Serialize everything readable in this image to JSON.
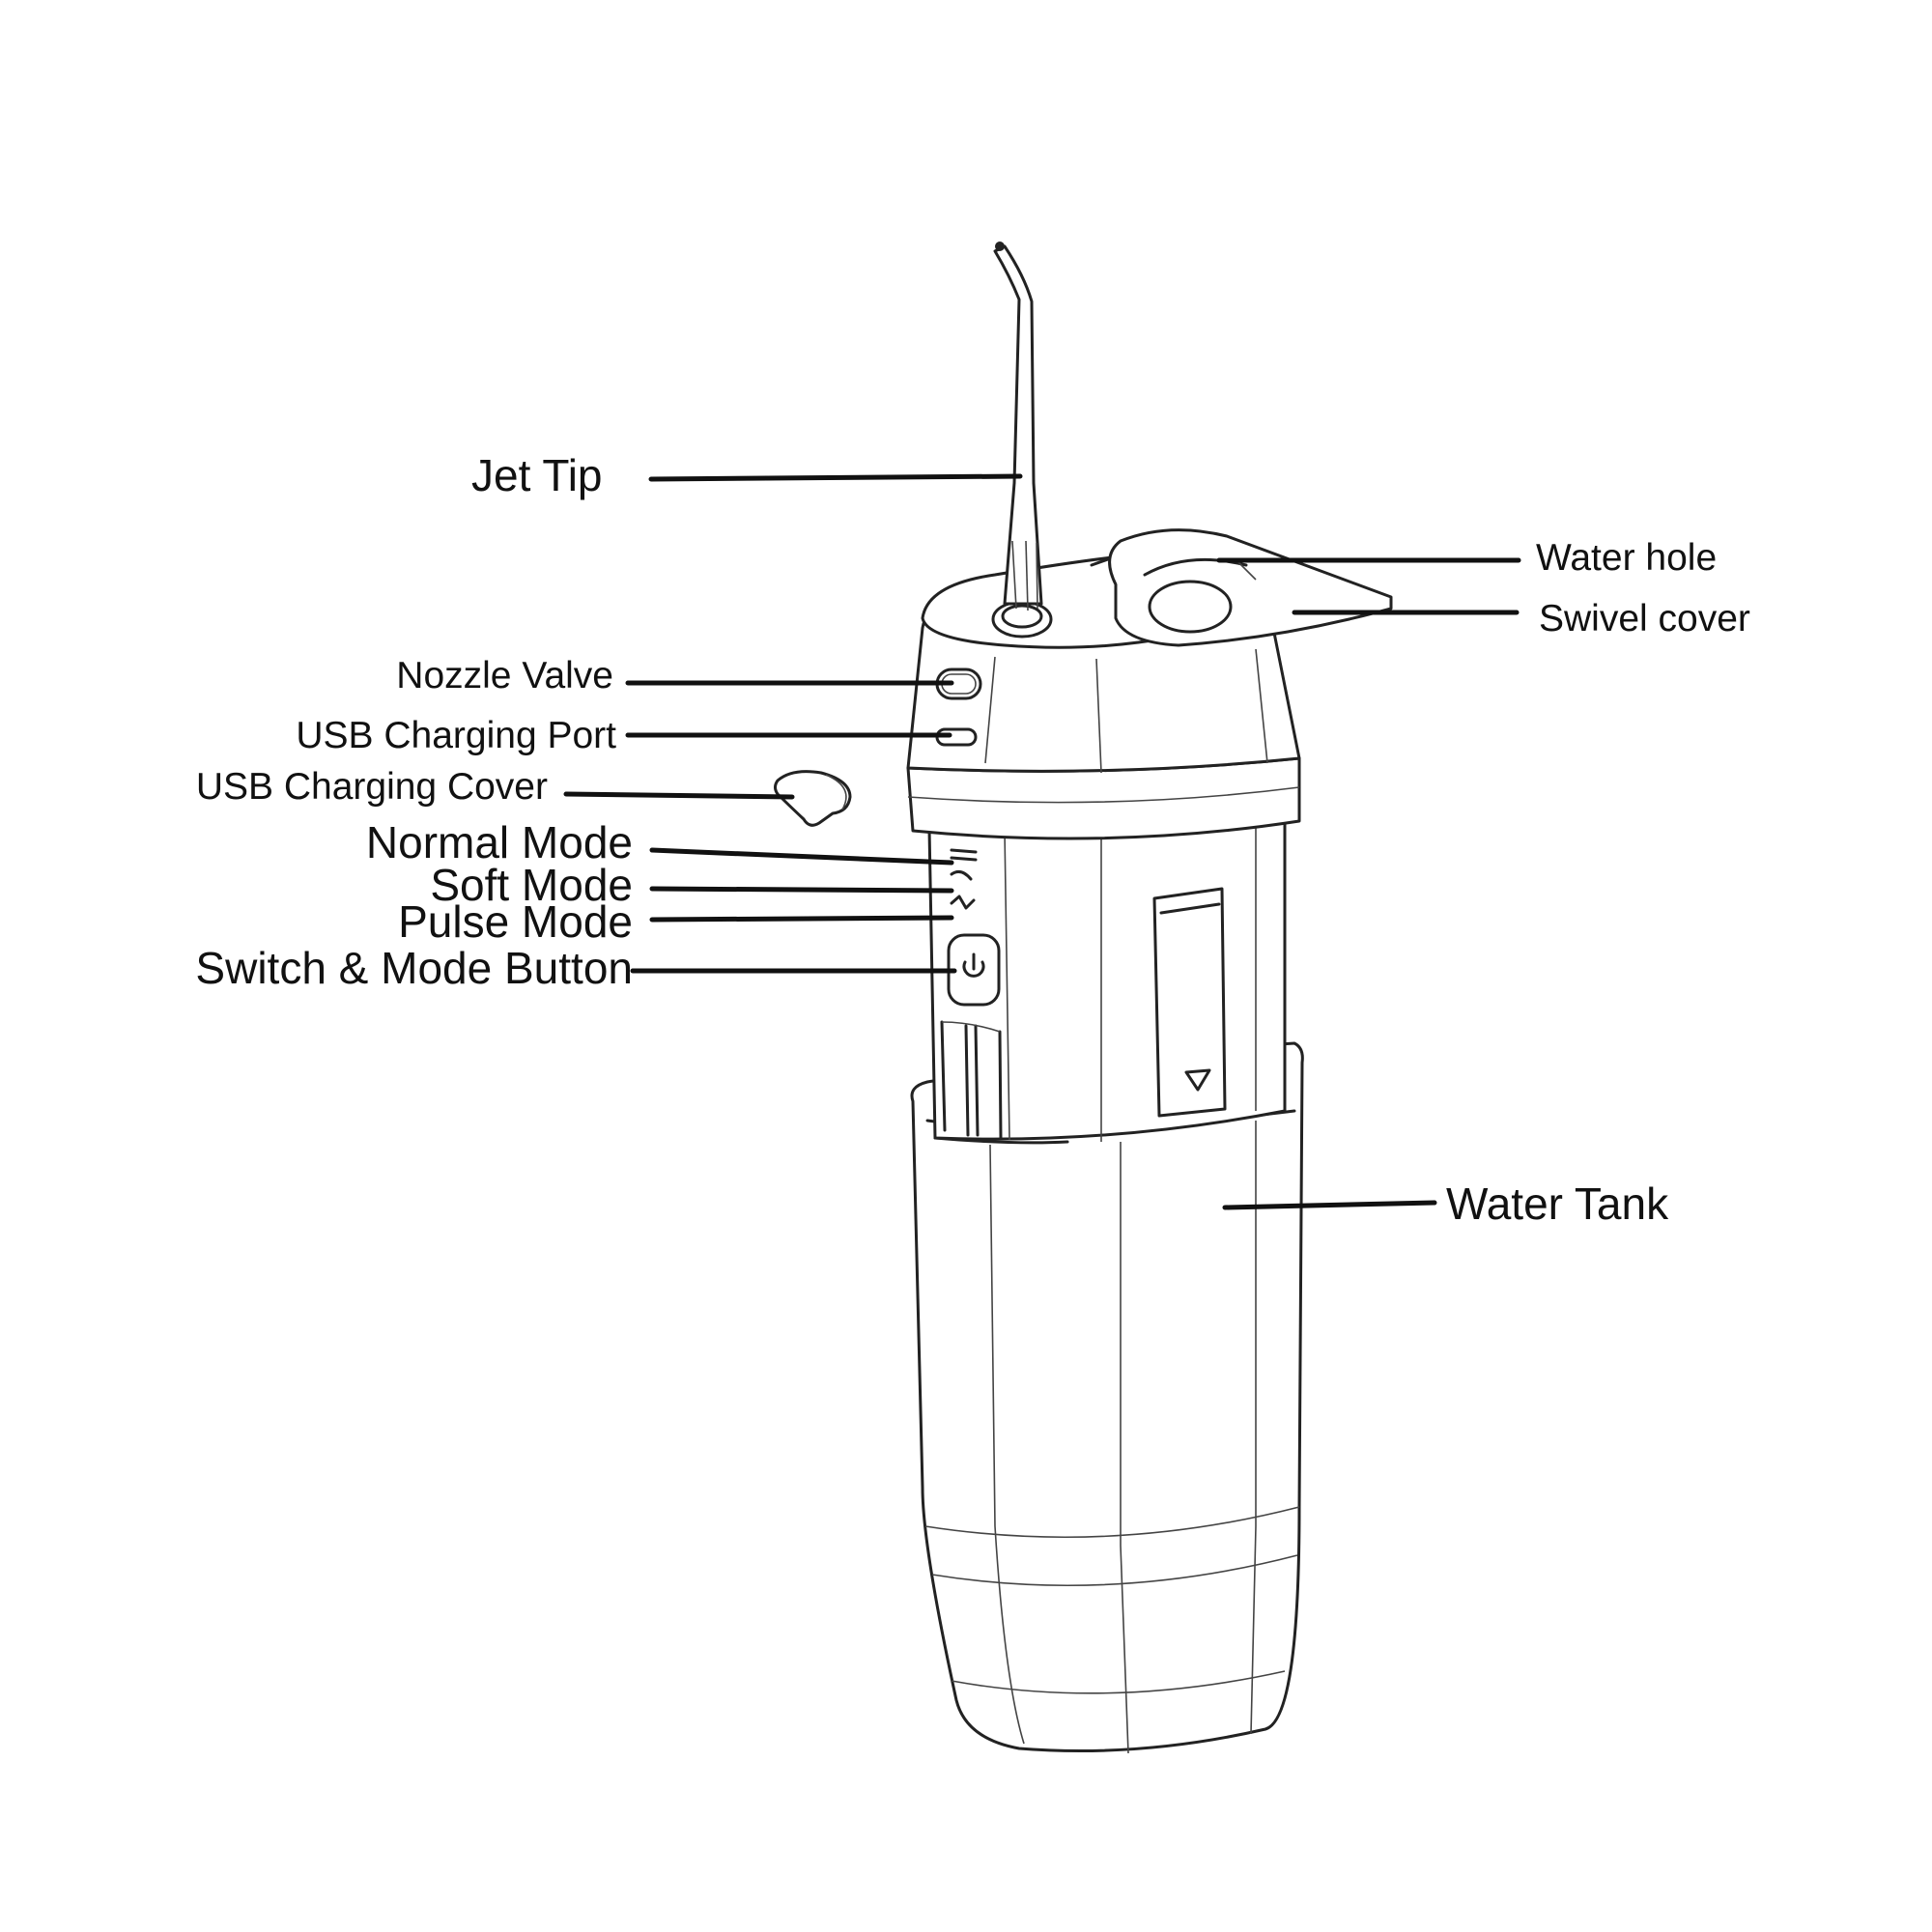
{
  "labels": {
    "jet_tip": "Jet Tip",
    "water_hole": "Water hole",
    "swivel_cover": "Swivel cover",
    "nozzle_valve": "Nozzle Valve",
    "usb_charging_port": "USB Charging Port",
    "usb_charging_cover": "USB Charging Cover",
    "normal_mode": "Normal Mode",
    "soft_mode": "Soft Mode",
    "pulse_mode": "Pulse Mode",
    "switch_mode_button": "Switch & Mode Button",
    "water_tank": "Water Tank"
  },
  "icons": {
    "power": "power-icon"
  },
  "colors": {
    "line": "#222222",
    "background": "#ffffff"
  }
}
